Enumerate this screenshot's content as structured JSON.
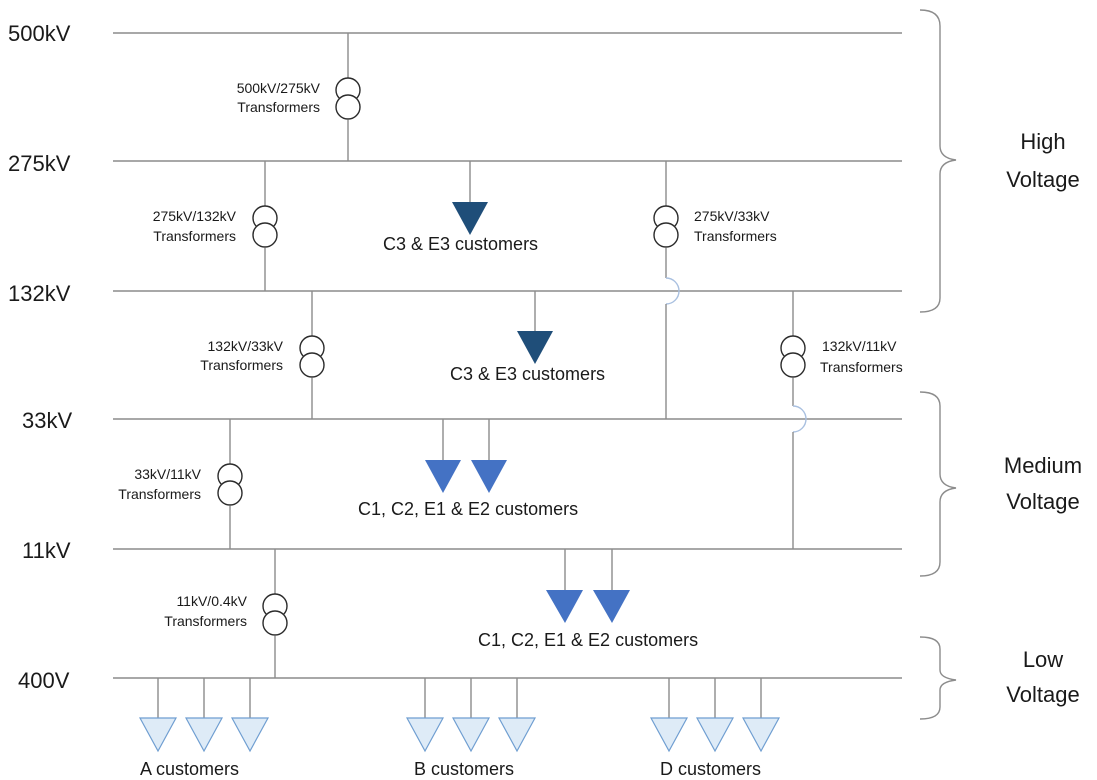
{
  "voltage_levels": [
    "500kV",
    "275kV",
    "132kV",
    "33kV",
    "11kV",
    "400V"
  ],
  "transformers": [
    {
      "line1": "500kV/275kV",
      "line2": "Transformers"
    },
    {
      "line1": "275kV/132kV",
      "line2": "Transformers"
    },
    {
      "line1": "275kV/33kV",
      "line2": "Transformers"
    },
    {
      "line1": "132kV/33kV",
      "line2": "Transformers"
    },
    {
      "line1": "132kV/11kV",
      "line2": "Transformers"
    },
    {
      "line1": "33kV/11kV",
      "line2": "Transformers"
    },
    {
      "line1": "11kV/0.4kV",
      "line2": "Transformers"
    }
  ],
  "customer_groups": [
    "C3 & E3 customers",
    "C3 & E3 customers",
    "C1, C2, E1 & E2 customers",
    "C1, C2, E1 & E2 customers",
    "A customers",
    "B customers",
    "D customers"
  ],
  "voltage_bands": [
    {
      "line1": "High",
      "line2": "Voltage"
    },
    {
      "line1": "Medium",
      "line2": "Voltage"
    },
    {
      "line1": "Low",
      "line2": "Voltage"
    }
  ],
  "colors": {
    "high_voltage_load": "#1f4e79",
    "medium_voltage_load": "#4472c4",
    "low_voltage_load": "#deebf7",
    "low_voltage_load_outline": "#6f9ed1",
    "busbar": "#8c8c8c"
  }
}
